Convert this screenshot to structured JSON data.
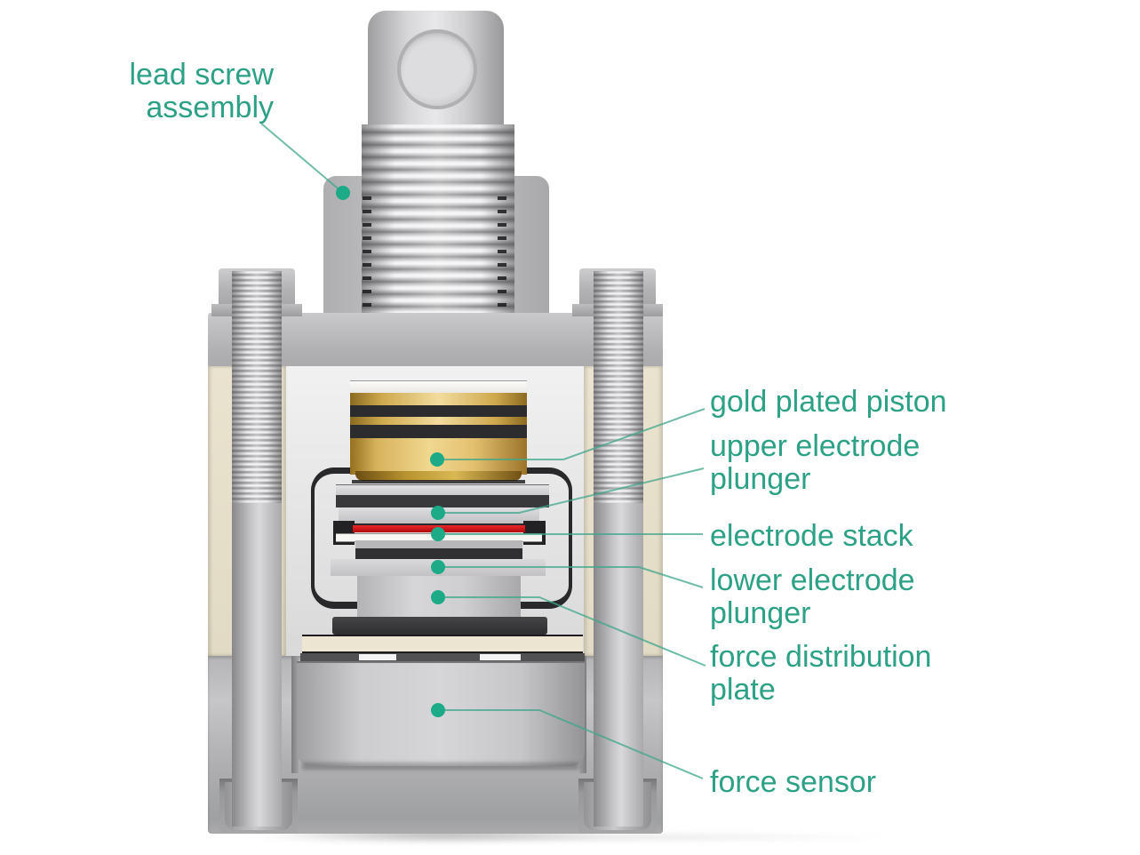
{
  "figure": {
    "kind": "cutaway technical illustration",
    "subject": "cross-section of an instrumented cell press with lead screw, gold piston, electrode stack and force sensor",
    "background": "#ffffff"
  },
  "colors": {
    "label_text": "#2da185",
    "callout_dot": "#1cab86",
    "callout_line": "#3fa68b",
    "gold_piston": "#e3c178",
    "red_electrode_layer": "#c81218",
    "tan_housing": "#e7e0cb",
    "metal_gray": "#bebec0",
    "dark_seal_band": "#2c2c2e"
  },
  "labels": {
    "lead_screw": [
      "lead screw",
      "assembly"
    ],
    "gold_piston": [
      "gold plated piston"
    ],
    "upper_plunger": [
      "upper electrode",
      "plunger"
    ],
    "electrode_stack": [
      "electrode stack"
    ],
    "lower_plunger": [
      "lower electrode",
      "plunger"
    ],
    "force_plate": [
      "force distribution",
      "plate"
    ],
    "force_sensor": [
      "force sensor"
    ]
  }
}
